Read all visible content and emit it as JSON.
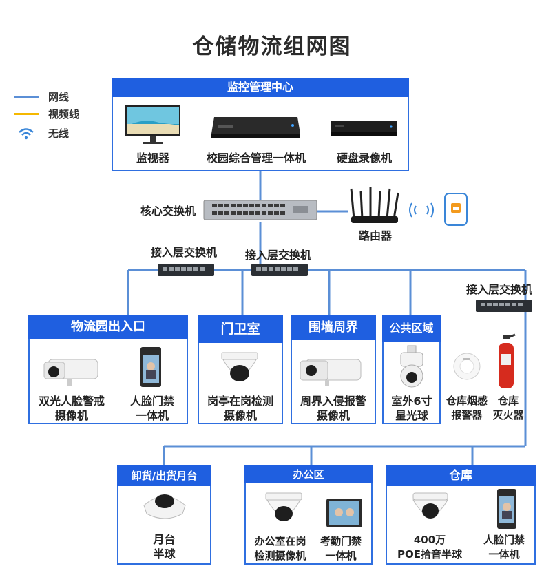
{
  "title": "仓储物流组网图",
  "legend": [
    {
      "label": "网线",
      "color": "#5b8fd6"
    },
    {
      "label": "视频线",
      "color": "#f5b800"
    },
    {
      "label": "无线",
      "color": "#3a86d8"
    }
  ],
  "colors": {
    "network": "#5b8fd6",
    "video": "#f5b800",
    "accent": "#1f5fe0"
  },
  "monitor_center": {
    "title": "监控管理中心",
    "devices": [
      "监视器",
      "校园综合管理一体机",
      "硬盘录像机"
    ]
  },
  "core": {
    "switch": "核心交换机",
    "router": "路由器"
  },
  "access_switch": "接入层交换机",
  "zones": {
    "logistics_gate": {
      "title": "物流园出入口",
      "devices": [
        "双光人脸警戒\n摄像机",
        "人脸门禁\n一体机"
      ]
    },
    "guard_room": {
      "title": "门卫室",
      "devices": [
        "岗亭在岗检测\n摄像机"
      ]
    },
    "perimeter": {
      "title": "围墙周界",
      "devices": [
        "周界入侵报警\n摄像机"
      ]
    },
    "public_area": {
      "title": "公共区域",
      "devices": [
        "室外6寸\n星光球"
      ]
    },
    "warehouse_extra": {
      "devices": [
        "仓库烟感\n报警器",
        "仓库\n灭火器"
      ]
    },
    "dock": {
      "title": "卸货/出货月台",
      "devices": [
        "月台\n半球"
      ]
    },
    "office": {
      "title": "办公区",
      "devices": [
        "办公室在岗\n检测摄像机",
        "考勤门禁\n一体机"
      ]
    },
    "warehouse": {
      "title": "仓库",
      "devices": [
        "400万\nPOE拾音半球",
        "人脸门禁\n一体机"
      ]
    }
  }
}
